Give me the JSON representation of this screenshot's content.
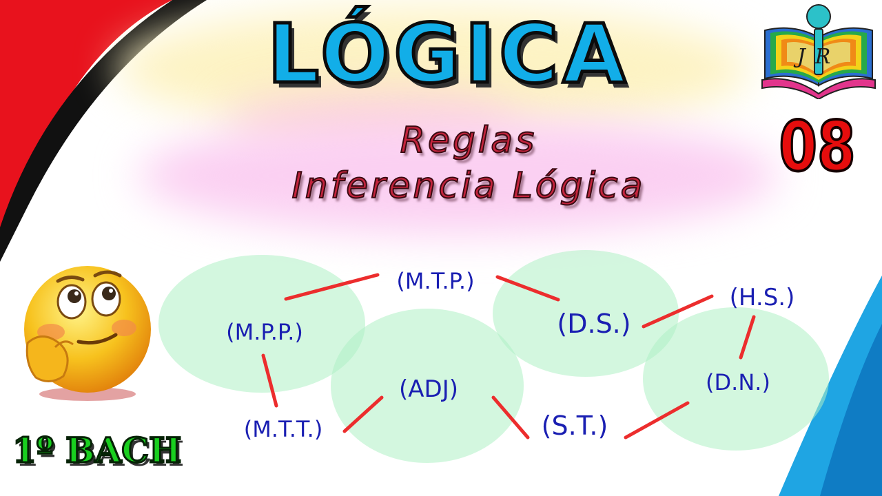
{
  "title": "LÓGICA",
  "subtitle": {
    "line1": "Reglas",
    "line2": "Inferencia Lógica"
  },
  "episode_number": "08",
  "level_badge": "1º BACH",
  "logo": {
    "letters": "JR",
    "icon": "open-book-reader-icon"
  },
  "emoji": {
    "icon": "thinking-face-emoji-icon"
  },
  "diagram": {
    "nodes": [
      {
        "id": "mtp",
        "label": "(M.T.P.)"
      },
      {
        "id": "mpp",
        "label": "(M.P.P.)"
      },
      {
        "id": "ds",
        "label": "(D.S.)"
      },
      {
        "id": "hs",
        "label": "(H.S.)"
      },
      {
        "id": "adj",
        "label": "(ADJ)"
      },
      {
        "id": "dn",
        "label": "(D.N.)"
      },
      {
        "id": "mtt",
        "label": "(M.T.T.)"
      },
      {
        "id": "st",
        "label": "(S.T.)"
      }
    ],
    "edges": [
      [
        "mpp",
        "mtp"
      ],
      [
        "mtp",
        "ds"
      ],
      [
        "ds",
        "hs"
      ],
      [
        "hs",
        "dn"
      ],
      [
        "mpp",
        "mtt"
      ],
      [
        "mtt",
        "adj"
      ],
      [
        "adj",
        "st"
      ],
      [
        "st",
        "dn"
      ]
    ]
  },
  "colors": {
    "title_fill": "#12aee8",
    "subtitle": "#c4243d",
    "episode": "#e60d0d",
    "level_badge": "#19cf1f",
    "node_text": "#1a1fb2",
    "edge_line": "#ec2d2d",
    "blob_green": "#aef0c4",
    "swoosh_red": "#e8121d",
    "swoosh_black": "#111111",
    "swoosh_blue": "#1fa5e3"
  }
}
